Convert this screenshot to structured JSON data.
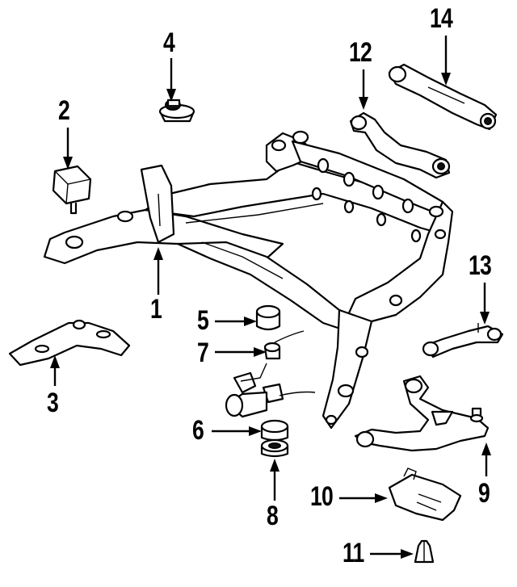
{
  "callouts": [
    {
      "key": "c1",
      "text": "1"
    },
    {
      "key": "c2",
      "text": "2"
    },
    {
      "key": "c3",
      "text": "3"
    },
    {
      "key": "c4",
      "text": "4"
    },
    {
      "key": "c5",
      "text": "5"
    },
    {
      "key": "c6",
      "text": "6"
    },
    {
      "key": "c7",
      "text": "7"
    },
    {
      "key": "c8",
      "text": "8"
    },
    {
      "key": "c9",
      "text": "9"
    },
    {
      "key": "c10",
      "text": "10"
    },
    {
      "key": "c11",
      "text": "11"
    },
    {
      "key": "c12",
      "text": "12"
    },
    {
      "key": "c13",
      "text": "13"
    },
    {
      "key": "c14",
      "text": "14"
    }
  ]
}
